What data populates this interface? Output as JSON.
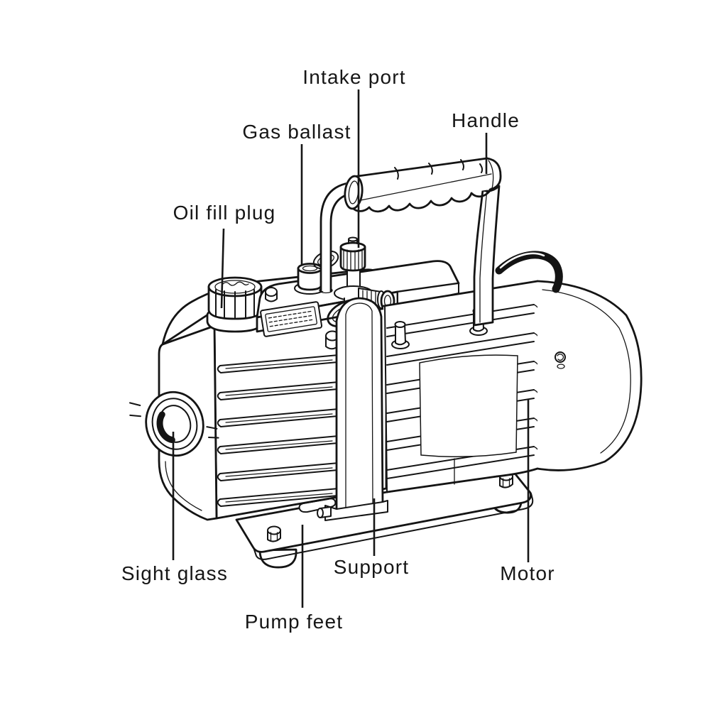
{
  "diagram": {
    "subject": "Vacuum pump labeled parts diagram",
    "colors": {
      "line": "#141414",
      "background": "#ffffff",
      "label_text": "#161616"
    },
    "labels": [
      {
        "id": "intake-port",
        "text": "Intake port"
      },
      {
        "id": "gas-ballast",
        "text": "Gas ballast"
      },
      {
        "id": "handle",
        "text": "Handle"
      },
      {
        "id": "oil-fill-plug",
        "text": "Oil fill plug"
      },
      {
        "id": "sight-glass",
        "text": "Sight glass"
      },
      {
        "id": "support",
        "text": "Support"
      },
      {
        "id": "motor",
        "text": "Motor"
      },
      {
        "id": "pump-feet",
        "text": "Pump feet"
      }
    ]
  }
}
